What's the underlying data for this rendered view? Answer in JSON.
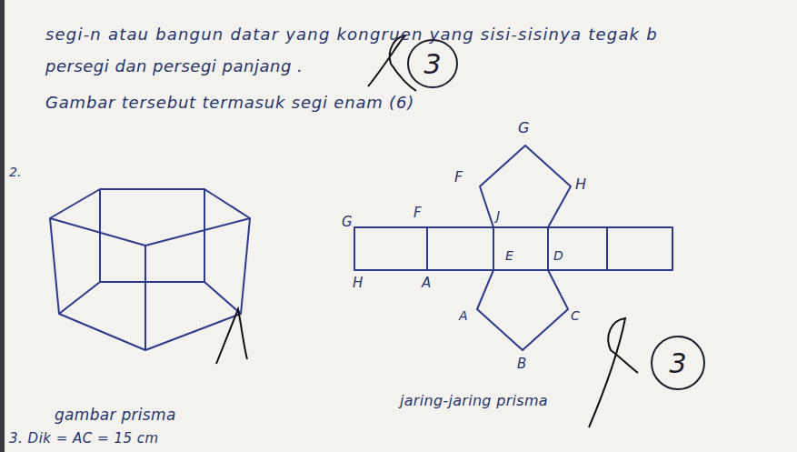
{
  "diagram": {
    "nodes": [
      {
        "text": [
          "3"
        ]
      },
      {
        "text": [
          "3"
        ]
      }
    ],
    "labels": [
      "segi-n atau bangun datar yang kongruen yang sisi-sisinya tegak b",
      "persegi dan persegi panjang .",
      "Gambar tersebut termasuk segi enam (6)",
      "2.",
      "G",
      "F",
      "H",
      "G",
      "F",
      "J",
      "E",
      "D",
      "H",
      "A",
      "A",
      "C",
      "B",
      "gambar prisma",
      "jaring-jaring prisma",
      "3. Dik = AC = 15 cm"
    ]
  }
}
